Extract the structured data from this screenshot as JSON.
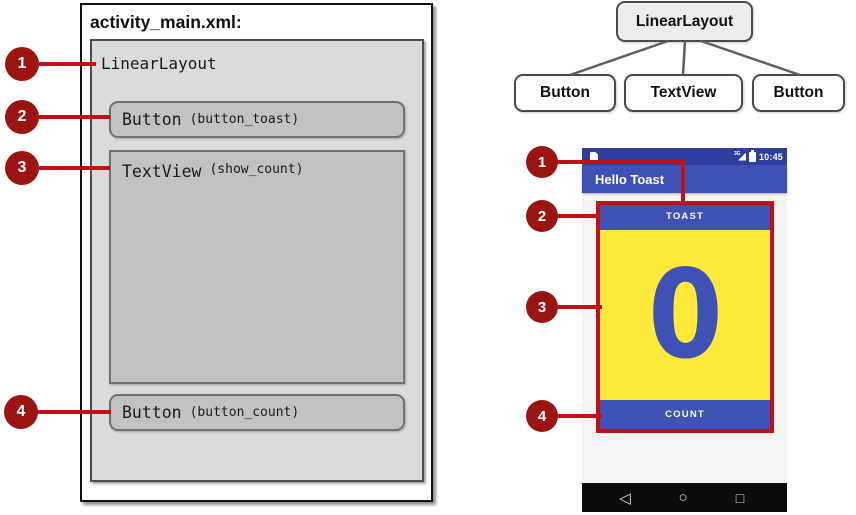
{
  "colors": {
    "annotation-red": "#C21114",
    "annotation-circle": "#9A1512",
    "indigo": "#3F51B5",
    "indigo-dark": "#2F3D9E",
    "button-blue": "#4053B4",
    "yellow": "#FFE93B",
    "navbar-black": "#0B0B0B"
  },
  "left_panel": {
    "title": "activity_main.xml:",
    "layout_label": "LinearLayout",
    "children": [
      {
        "type": "Button",
        "id": "(button_toast)"
      },
      {
        "type": "TextView",
        "id": "(show_count)"
      },
      {
        "type": "Button",
        "id": "(button_count)"
      }
    ]
  },
  "tree": {
    "root": "LinearLayout",
    "children": [
      "Button",
      "TextView",
      "Button"
    ]
  },
  "annotations": {
    "labels": [
      "1",
      "2",
      "3",
      "4"
    ]
  },
  "phone": {
    "status_bar": {
      "signal": "3G",
      "time": "10:45"
    },
    "app_bar": {
      "title": "Hello Toast"
    },
    "toast_button_label": "TOAST",
    "count_display": "0",
    "count_button_label": "COUNT",
    "nav": {
      "back": "◁",
      "home": "○",
      "recents": "□"
    }
  }
}
